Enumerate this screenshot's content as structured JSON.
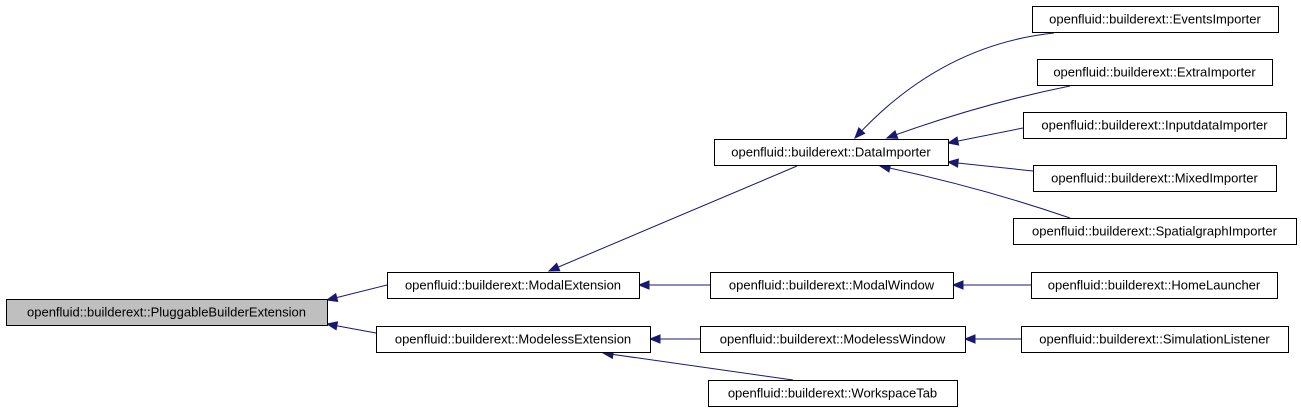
{
  "diagram": {
    "type": "inheritance-graph",
    "colors": {
      "edge": "#191970",
      "root_fill": "#bfbfbf",
      "node_fill": "#ffffff",
      "border": "#000000"
    },
    "nodes": [
      {
        "id": "pluggable",
        "label": "openfluid::builderext::PluggableBuilderExtension",
        "root": true
      },
      {
        "id": "modal",
        "label": "openfluid::builderext::ModalExtension"
      },
      {
        "id": "modeless",
        "label": "openfluid::builderext::ModelessExtension"
      },
      {
        "id": "dataimporter",
        "label": "openfluid::builderext::DataImporter"
      },
      {
        "id": "modalwindow",
        "label": "openfluid::builderext::ModalWindow"
      },
      {
        "id": "modelesswindow",
        "label": "openfluid::builderext::ModelessWindow"
      },
      {
        "id": "workspacetab",
        "label": "openfluid::builderext::WorkspaceTab"
      },
      {
        "id": "events",
        "label": "openfluid::builderext::EventsImporter"
      },
      {
        "id": "extra",
        "label": "openfluid::builderext::ExtraImporter"
      },
      {
        "id": "inputdata",
        "label": "openfluid::builderext::InputdataImporter"
      },
      {
        "id": "mixed",
        "label": "openfluid::builderext::MixedImporter"
      },
      {
        "id": "spatialgraph",
        "label": "openfluid::builderext::SpatialgraphImporter"
      },
      {
        "id": "homelauncher",
        "label": "openfluid::builderext::HomeLauncher"
      },
      {
        "id": "simlistener",
        "label": "openfluid::builderext::SimulationListener"
      }
    ],
    "edges": [
      {
        "from": "modal",
        "to": "pluggable"
      },
      {
        "from": "modeless",
        "to": "pluggable"
      },
      {
        "from": "dataimporter",
        "to": "modal"
      },
      {
        "from": "modalwindow",
        "to": "modal"
      },
      {
        "from": "modelesswindow",
        "to": "modeless"
      },
      {
        "from": "workspacetab",
        "to": "modeless"
      },
      {
        "from": "events",
        "to": "dataimporter"
      },
      {
        "from": "extra",
        "to": "dataimporter"
      },
      {
        "from": "inputdata",
        "to": "dataimporter"
      },
      {
        "from": "mixed",
        "to": "dataimporter"
      },
      {
        "from": "spatialgraph",
        "to": "dataimporter"
      },
      {
        "from": "homelauncher",
        "to": "modalwindow"
      },
      {
        "from": "simlistener",
        "to": "modelesswindow"
      }
    ]
  }
}
